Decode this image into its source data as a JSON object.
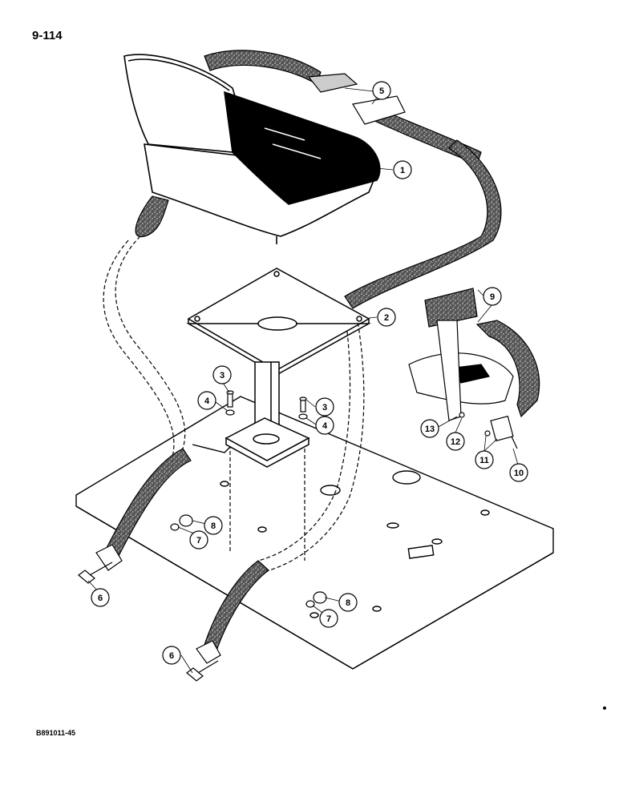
{
  "page_number": "9-114",
  "drawing_id": "B891011-45",
  "callouts": [
    "1",
    "2",
    "3",
    "3",
    "4",
    "4",
    "5",
    "6",
    "6",
    "7",
    "7",
    "8",
    "8",
    "9",
    "10",
    "11",
    "12",
    "13"
  ]
}
